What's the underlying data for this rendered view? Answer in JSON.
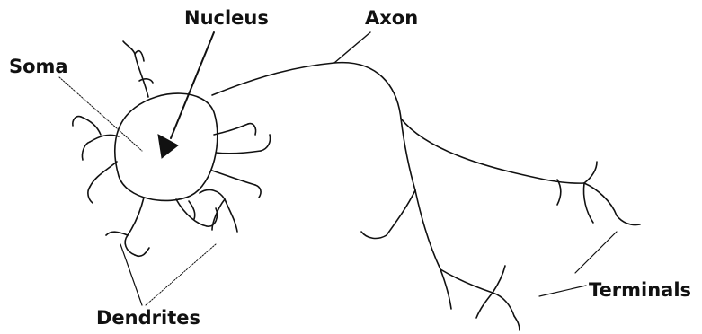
{
  "diagram": {
    "labels": {
      "nucleus": "Nucleus",
      "axon": "Axon",
      "soma": "Soma",
      "dendrites": "Dendrites",
      "terminals": "Terminals"
    },
    "colors": {
      "ink": "#111111",
      "background": "#ffffff"
    }
  }
}
